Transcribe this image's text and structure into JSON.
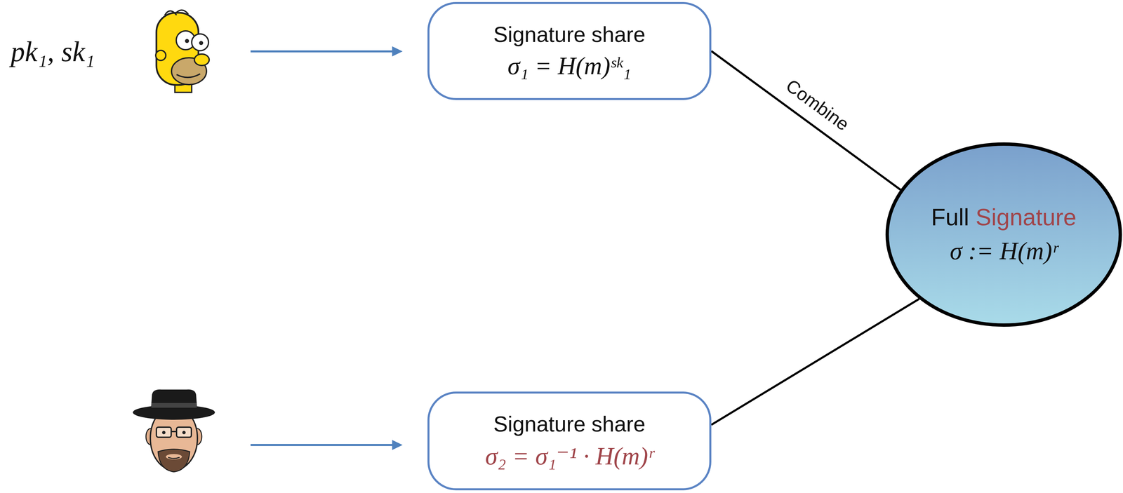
{
  "diagram": {
    "nodes": [
      {
        "text": [
          "Signature share",
          "σ₁ = H(m)ˢᵏ₁"
        ]
      },
      {
        "text": [
          "Full",
          "Signature",
          "σ := H(m)ʳ"
        ]
      },
      {
        "text": [
          "Signature share",
          "σ₂ = σ₁⁻¹ · H(m)ʳ"
        ]
      }
    ],
    "edges": [
      {
        "from": 0,
        "to": 1,
        "arrow": "none",
        "label": "Combine"
      },
      {
        "from": 2,
        "to": 1,
        "arrow": "none"
      }
    ],
    "labels": [
      "pk₁, sk₁"
    ]
  }
}
